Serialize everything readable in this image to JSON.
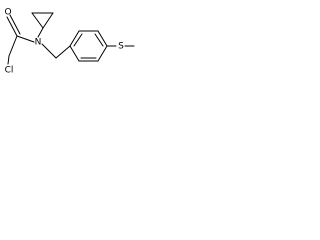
{
  "structure": {
    "atoms": {
      "oxygen": "O",
      "nitrogen": "N",
      "chlorine": "Cl",
      "sulfur": "S"
    }
  }
}
